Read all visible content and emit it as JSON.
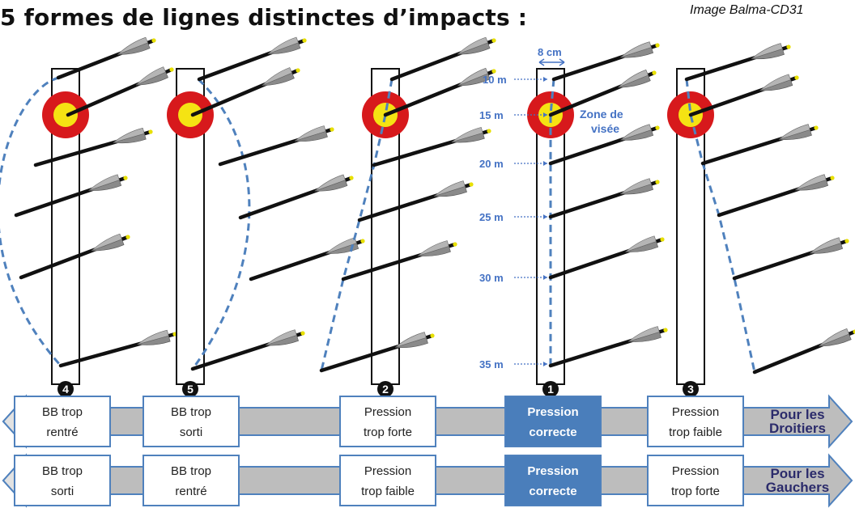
{
  "title": "5 formes de lignes distinctes d’impacts :",
  "credit": "Image Balma-CD31",
  "measure": {
    "width_label": "8 cm",
    "zone_label_line1": "Zone de",
    "zone_label_line2": "visée",
    "distances": [
      "10 m",
      "15 m",
      "20 m",
      "25 m",
      "30 m",
      "35 m"
    ]
  },
  "targets": [
    {
      "number": "4",
      "pattern": "curve-left"
    },
    {
      "number": "5",
      "pattern": "curve-right"
    },
    {
      "number": "2",
      "pattern": "slant-left"
    },
    {
      "number": "1",
      "pattern": "vertical"
    },
    {
      "number": "3",
      "pattern": "slant-right"
    }
  ],
  "rows": [
    {
      "direction_label": [
        "Pour les",
        "Droitiers"
      ],
      "boxes": [
        {
          "lines": [
            "BB trop",
            "rentré"
          ],
          "highlight": false
        },
        {
          "lines": [
            "BB trop",
            "sorti"
          ],
          "highlight": false
        },
        {
          "lines": [
            "Pression",
            "trop forte"
          ],
          "highlight": false
        },
        {
          "lines": [
            "Pression",
            "correcte"
          ],
          "highlight": true
        },
        {
          "lines": [
            "Pression",
            "trop faible"
          ],
          "highlight": false
        }
      ]
    },
    {
      "direction_label": [
        "Pour les",
        "Gauchers"
      ],
      "boxes": [
        {
          "lines": [
            "BB trop",
            "sorti"
          ],
          "highlight": false
        },
        {
          "lines": [
            "BB trop",
            "rentré"
          ],
          "highlight": false
        },
        {
          "lines": [
            "Pression",
            "trop faible"
          ],
          "highlight": false
        },
        {
          "lines": [
            "Pression",
            "correcte"
          ],
          "highlight": true
        },
        {
          "lines": [
            "Pression",
            "trop forte"
          ],
          "highlight": false
        }
      ]
    }
  ],
  "colors": {
    "dashed_line": "#4f81bd",
    "label_blue": "#4472c4",
    "highlight_box": "#4a7ebb",
    "box_border": "#4f81bd",
    "band_fill": "#bdbdbd",
    "band_border": "#4f81bd",
    "target_red": "#d7191c",
    "target_yellow": "#f5e313",
    "arrow_shaft": "#111111",
    "fletching": "#8a8a8a"
  }
}
